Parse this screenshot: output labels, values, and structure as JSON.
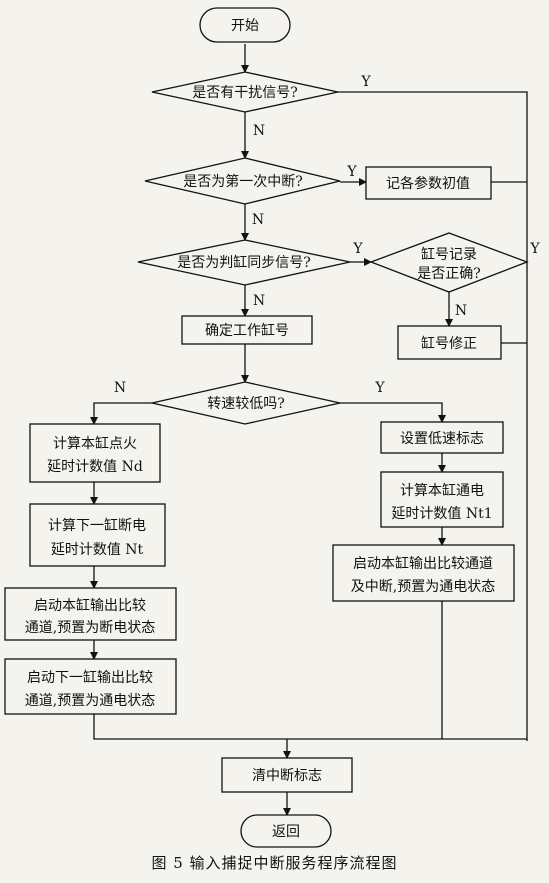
{
  "title": "图 5 输入捕捉中断服务程序流程图",
  "nodes": {
    "start": "开始",
    "q_interference": "是否有干扰信号?",
    "q_first_interrupt": "是否为第一次中断?",
    "record_params": "记各参数初值",
    "q_sync_signal": "是否为判缸同步信号?",
    "q_cyl_record": [
      "缸号记录",
      "是否正确?"
    ],
    "confirm_cyl": "确定工作缸号",
    "fix_cyl": "缸号修正",
    "q_low_speed": "转速较低吗?",
    "set_low_flag": "设置低速标志",
    "calc_ignition": [
      "计算本缸点火",
      "延时计数值 Nd"
    ],
    "calc_this_energize": [
      "计算本缸通电",
      "延时计数值 Nt1"
    ],
    "calc_next_cutoff": [
      "计算下一缸断电",
      "延时计数值 Nt"
    ],
    "start_this_energize": [
      "启动本缸输出比较通道",
      "及中断,预置为通电状态"
    ],
    "start_this_cutoff": [
      "启动本缸输出比较",
      "通道,预置为断电状态"
    ],
    "start_next_energize": [
      "启动下一缸输出比较",
      "通道,预置为通电状态"
    ],
    "clear_flag": "清中断标志",
    "return": "返回"
  },
  "edge_labels": {
    "yes": "Y",
    "no": "N"
  }
}
